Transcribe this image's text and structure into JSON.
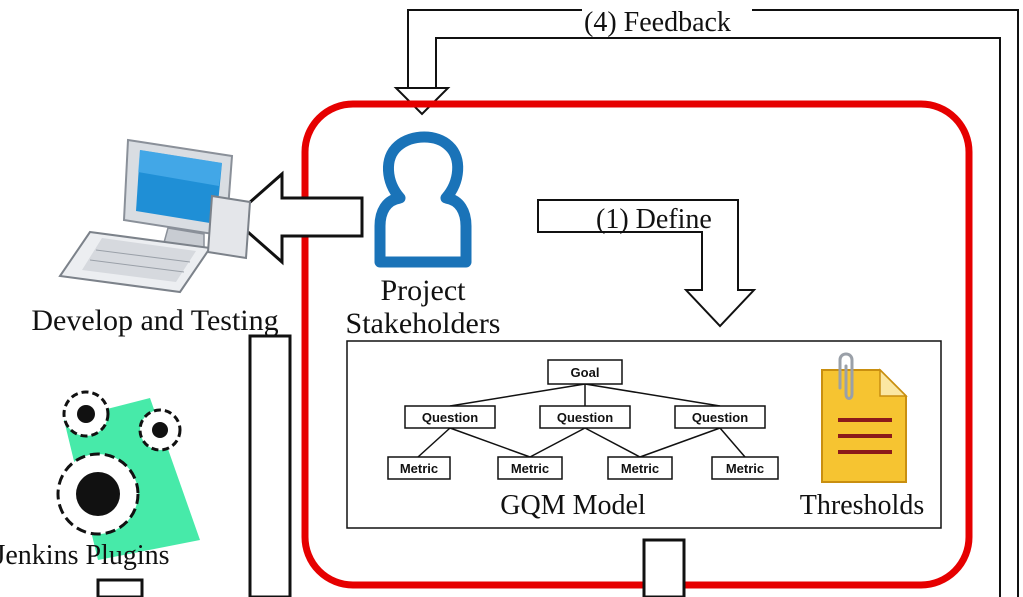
{
  "labels": {
    "feedback": "(4) Feedback",
    "define": "(1) Define",
    "develop_testing": "Develop and Testing",
    "project_stakeholders_line1": "Project",
    "project_stakeholders_line2": "Stakeholders",
    "jenkins_plugins": "Jenkins Plugins",
    "gqm_model": "GQM Model",
    "thresholds": "Thresholds"
  },
  "gqm": {
    "goal": "Goal",
    "questions": [
      "Question",
      "Question",
      "Question"
    ],
    "metrics": [
      "Metric",
      "Metric",
      "Metric",
      "Metric"
    ]
  },
  "colors": {
    "highlight_border": "#e60000",
    "stakeholder_icon": "#1a73b8",
    "monitor_screen": "#1f8fd6",
    "gear_accent": "#33e8a0",
    "document_fill": "#f6c431",
    "document_lines": "#8b1a1a"
  },
  "icons": {
    "stakeholder": "person-icon",
    "computer": "computer-icon",
    "plugins": "gears-icon",
    "thresholds": "document-icon"
  }
}
